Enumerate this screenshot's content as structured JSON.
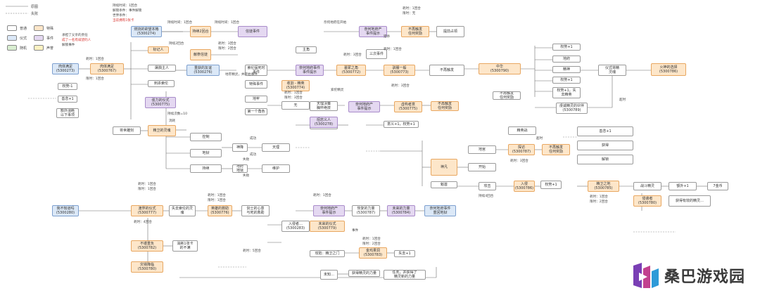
{
  "legend": {
    "line_main": "原图",
    "line_fail": "失败",
    "normal": "普通",
    "special": "特殊",
    "instrument": "仪式",
    "event": "事件",
    "random": "随机",
    "reputation": "声誉"
  },
  "top_note": {
    "l1": "持续时间：1回合",
    "l2": "解锁条件：事件解锁",
    "l3": "世界条件：",
    "l4": "当前拥有1张卡"
  },
  "left_note": {
    "l1": "承担了父亲的责任",
    "l2": "成了一名有威望的人",
    "l3": "解锁事件"
  },
  "nodes": {
    "n_tail": "肉体满足\n(5300273)",
    "n_tail2": "肉体满足\n(5300767)",
    "n_sq1": "权势-1",
    "n_sq2": "善念+1",
    "n_pr": "额外消耗\n以下事项",
    "n_bigB": "燃烧的欲望本格\n(5300274)",
    "n_mark": "标记人",
    "n_kill": "屠戮主人",
    "n_emiss": "刺杀索伦",
    "n_cont": "持续2回合",
    "n_sac": "献祭信徒",
    "n_recap": "重获的友谊\n(5300276)",
    "n_lust": "信徒事件",
    "n_ev1": "索伦猛死时\n事件",
    "n_sp": "特殊事件",
    "n_unit": "地牢",
    "n_one": "第一个角色",
    "n_no": "无",
    "n_re1": "收割 - 精英\n(5300774)",
    "n_purple1": "奈何地府事件\n事件提示",
    "n_cyc": "交错效能",
    "n_zhu": "主角",
    "n_fail1": "天理决策\n胸怀绝技",
    "n_purple2": "奈何地府产\n事件提示",
    "n_gen": "墓冢之角\n(5300772)",
    "n_trip": "三次事件",
    "n_yi": "驯服一般\n(5300773)",
    "n_ret": "不再触发\n任何奖励",
    "n_ph": "提前占领",
    "n_ph2": "不再触发",
    "n_purple3": "奈何地府产\n事件提示",
    "n_fate": "虚构者意\n(5300775)",
    "n_ret2": "不再触发\n任何奖励",
    "n_wai": "招忠义人\n(5300278)",
    "n_fact": "意义+1，权势+1",
    "n_g1": "精卫的灵魂",
    "n_bet1": "将世雕刻",
    "n_heng": "横峰",
    "n_mission": "强力的仪式\n(5300775)",
    "n_ctrl": "控制",
    "n_z1": "地狱",
    "n_z2": "持续",
    "n_z3": "神降",
    "n_pillar": "地府\n地狱",
    "n_pillar2": "天理",
    "n_wei": "维护",
    "n_shen": "神凡",
    "n_kuai": "魁首",
    "n_yuan": "开始",
    "n_black": "攻击",
    "n_lu": "地宫",
    "n_yaxiang": "精英战",
    "n_xx": "不再触发\n任何奖励",
    "n_sk": "探访\n(5300787)",
    "n_qk": "入侵\n(5300786)",
    "n_rep": "权势+1",
    "n_rp2": "善念+1",
    "n_rp3": "获得",
    "n_rp4": "解锁",
    "n_rp5": "权势+1，失\n去精英",
    "n_war": "权势+1",
    "n_hst": "精卫之地\n(5300785)",
    "n_adv": "战斗精灵",
    "n_cd1": "地府",
    "n_cd2": "精神",
    "n_fin": "火神的选择\n(5300786)",
    "n_hel": "不再触发\n任何奖励",
    "n_pr2": "仪式将精\n灵魂",
    "n_ls": "虔诚精灵的伙伴\n(5300789)",
    "n_ch": "权势+1",
    "n_fb": "侵袭者\n(5300780)",
    "n_bx": "中华\n(5300790)",
    "n_cc": "7金币",
    "n_bk": "额外+1",
    "n_nn": "获得有效的精灵…",
    "n_bottom1": "我不知道吗\n(5300280)",
    "n_bottom2": "渡界的仪式\n(5300777)",
    "n_bottom3": "失去索伦的灵\n魂",
    "n_bottom4": "不堪重负\n(5300782)",
    "n_bottom5": "消耗1张卡\n的不满",
    "n_bottom6": "灾祸降临\n(5300780)",
    "n_b7": "英雄的救助\n(5300776)",
    "n_b8": "剑士的心意\n与死的救助",
    "n_b9": "奈何地府产\n事件提示",
    "n_b10": "恢复的力量\n(5300787)",
    "n_b11": "入侵者…\n(5300283)",
    "n_b12": "未来的仪式\n(5300779)",
    "n_b13": "攻陷：精卫之门",
    "n_b14": "金鸡果洞\n(5300783)",
    "n_b15": "未来的力量\n(5300784)",
    "n_b16": "奈何地府事件\n重回地狱",
    "n_b17": "失去+1",
    "n_b18": "未知…",
    "n_b19": "获得精灵的力量",
    "n_b20": "任务，并获得了\n精灵新的力量"
  },
  "texts": {
    "t1": "持续时间：1回合",
    "t2": "持续时间：1回合",
    "t3": "持续2回合",
    "t4": "耗时：1回合",
    "t5": "限时：1回合",
    "t6": "耗时：3回合",
    "t7": "限时：2回合",
    "t8": "奈何地府在开始",
    "t9": "耗时：1回合",
    "t10": "限时：无",
    "t11": "地牢精灵，并开始事件",
    "t12": "猎杀",
    "t13": "耗时：1回合",
    "t14": "耗时：3回合",
    "t15": "耗时：3回合",
    "t16": "耗时：1回合",
    "t17": "限时：3回合",
    "t18": "索伦精灵",
    "t19": "成功",
    "t20": "失败",
    "t21": "失败",
    "t22": "成功",
    "t23": "持续次数=10",
    "t24": "消耗",
    "t25": "耗时：1回合",
    "t26": "限时：1回合",
    "t27": "耗时：1回合",
    "t28": "限时：1回合",
    "t29": "耗时：4回合",
    "t30": "耗时：1回合",
    "t31": "耗时：5回合",
    "t32": "耗时：1回合",
    "t33": "限时：2回合",
    "t34": "事件",
    "t35": "耗时：3回合",
    "t36": "超时",
    "t37": "超时",
    "t38": "耗时：1回合",
    "t39": "限时：2回合",
    "t40": "持续4回合"
  }
}
